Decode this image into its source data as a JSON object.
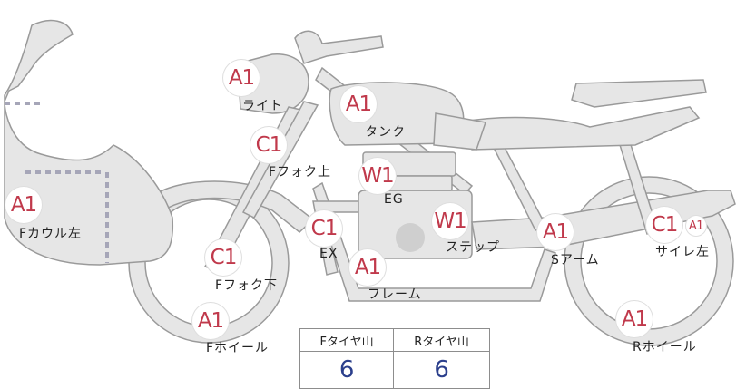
{
  "parts": [
    {
      "id": "f-cowl-left",
      "grade": "A1",
      "label": "Fカウル左"
    },
    {
      "id": "light",
      "grade": "A1",
      "label": "ライト"
    },
    {
      "id": "tank",
      "grade": "A1",
      "label": "タンク"
    },
    {
      "id": "f-fork-upper",
      "grade": "C1",
      "label": "Fフォク上"
    },
    {
      "id": "eg",
      "grade": "W1",
      "label": "EG"
    },
    {
      "id": "ex",
      "grade": "C1",
      "label": "EX"
    },
    {
      "id": "step",
      "grade": "W1",
      "label": "ステップ"
    },
    {
      "id": "s-arm",
      "grade": "A1",
      "label": "Sアーム"
    },
    {
      "id": "silencer-left",
      "grade": "C1",
      "label": "サイレ左",
      "extra_grade": "A1"
    },
    {
      "id": "f-fork-lower",
      "grade": "C1",
      "label": "Fフォク下"
    },
    {
      "id": "frame",
      "grade": "A1",
      "label": "フレーム"
    },
    {
      "id": "f-wheel",
      "grade": "A1",
      "label": "Fホイール"
    },
    {
      "id": "r-wheel",
      "grade": "A1",
      "label": "Rホイール"
    }
  ],
  "tire_table": {
    "headers": [
      "Fタイヤ山",
      "Rタイヤ山"
    ],
    "values": [
      "6",
      "6"
    ]
  },
  "colors": {
    "badge_text": "#c0394b",
    "tire_value": "#2b3f8c",
    "part_fill": "#e6e6e6",
    "outline": "#9a9a9a"
  }
}
